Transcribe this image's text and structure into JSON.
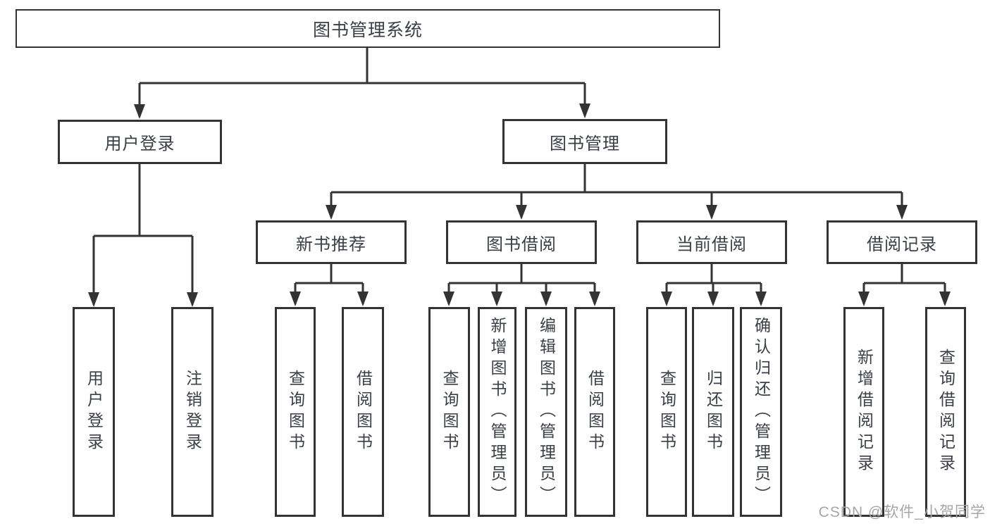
{
  "nodes": {
    "root": "图书管理系统",
    "l2": [
      "用户登录",
      "图书管理"
    ],
    "l3": [
      "新书推荐",
      "图书借阅",
      "当前借阅",
      "借阅记录"
    ],
    "l4_groups": [
      [
        "用户登录",
        "注销登录"
      ],
      [
        "查询图书",
        "借阅图书"
      ],
      [
        "查询图书",
        "新增图书（管理员）",
        "编辑图书（管理员）",
        "借阅图书"
      ],
      [
        "查询图书",
        "归还图书",
        "确认归还（管理员）"
      ],
      [
        "新增借阅记录",
        "查询借阅记录"
      ]
    ]
  },
  "watermark": "CSDN @软件_小贺同学",
  "colors": {
    "line": "#333333",
    "text": "#3b3e44",
    "watermark": "#a6a6a6",
    "background": "#ffffff"
  }
}
